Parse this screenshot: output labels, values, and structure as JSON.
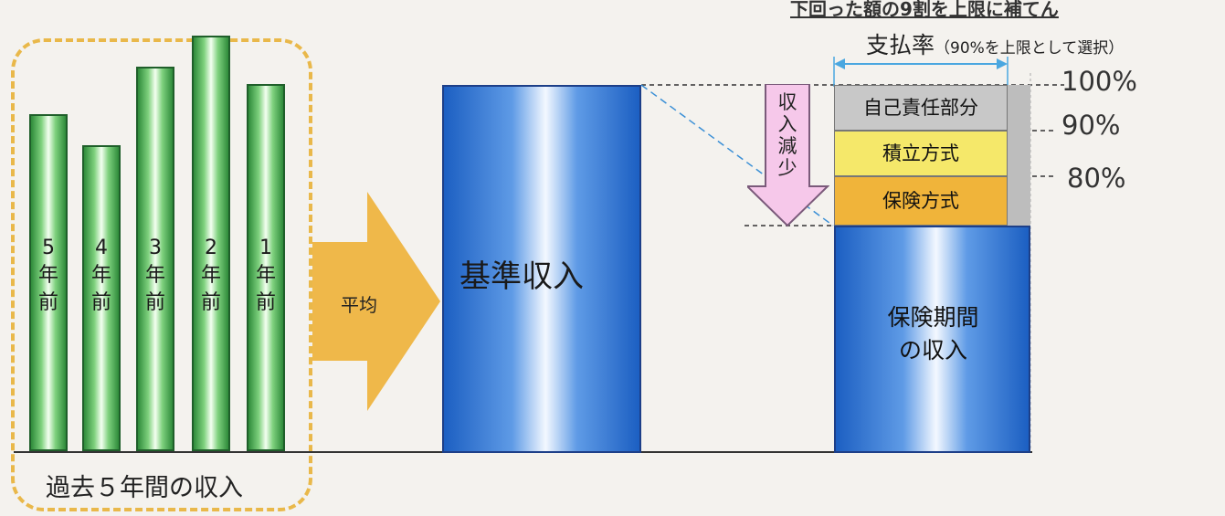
{
  "header_strip": "下回った額の9割を上限に補てん",
  "past_income": {
    "bars": [
      {
        "label": "5\n年\n前",
        "relative_height": 0.81
      },
      {
        "label": "4\n年\n前",
        "relative_height": 0.737
      },
      {
        "label": "3\n年\n前",
        "relative_height": 0.926
      },
      {
        "label": "2\n年\n前",
        "relative_height": 1.0
      },
      {
        "label": "1\n年\n前",
        "relative_height": 0.884
      }
    ],
    "caption": "過去５年間の収入"
  },
  "arrow": {
    "label": "平均"
  },
  "base_income": {
    "label": "基準収入"
  },
  "reduction": {
    "label": "収\n入\n減\n少"
  },
  "insurance_period": {
    "label": "保険期間\nの収入"
  },
  "layers": [
    {
      "label": "自己責任部分",
      "color": "#c8c8c8"
    },
    {
      "label": "積立方式",
      "color": "#f5e86a"
    },
    {
      "label": "保険方式",
      "color": "#f0b43a"
    }
  ],
  "percentages": {
    "p100": "100%",
    "p90": "90%",
    "p80": "80%"
  },
  "payment_rate": {
    "title": "支払率",
    "note": "（90%を上限として選択）"
  },
  "colors": {
    "arrow": "#efb84a",
    "reduction_arrow": "#f6c8ea",
    "dashed_frame": "#e9b84a"
  }
}
